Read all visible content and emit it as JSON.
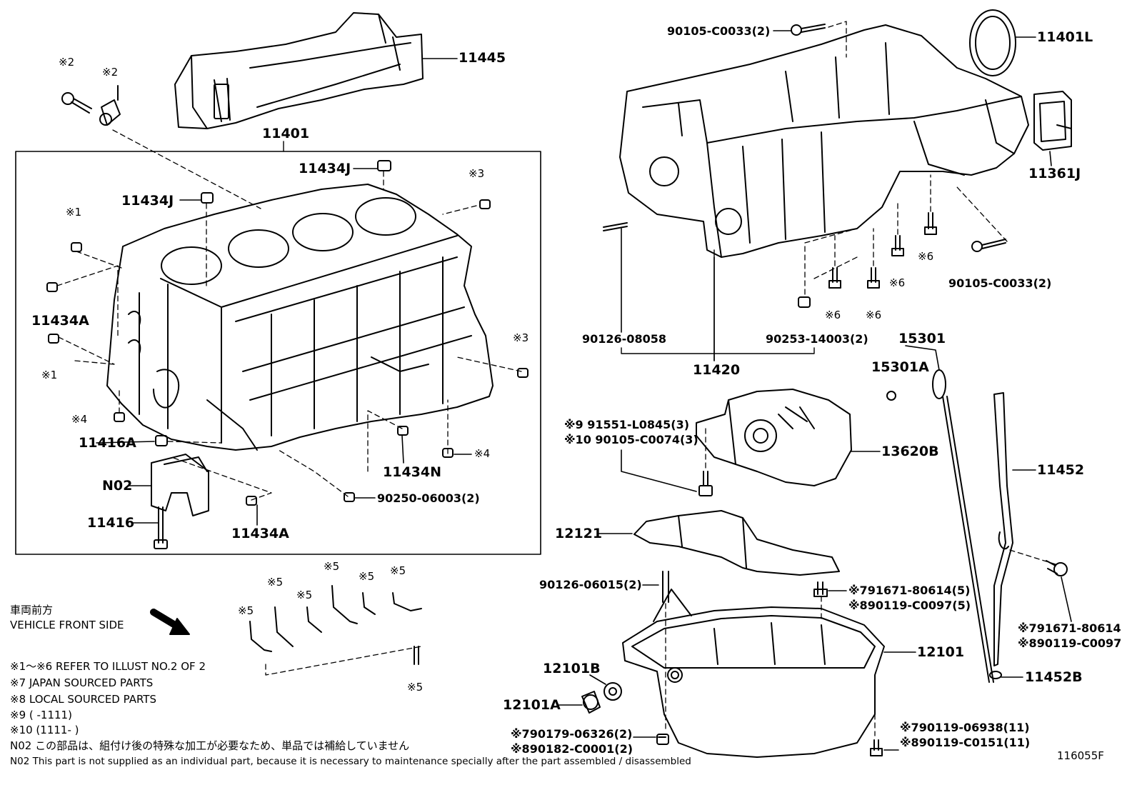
{
  "diagram": {
    "labels": {
      "l11445": "11445",
      "l11401": "11401",
      "l11434J_a": "11434J",
      "l11434J_b": "11434J",
      "l11434A_a": "11434A",
      "l11434A_b": "11434A",
      "l11416A": "11416A",
      "l11416": "11416",
      "lN02": "N02",
      "l11434N": "11434N",
      "l90250": "90250-06003(2)",
      "l90105_top": "90105-C0033(2)",
      "l11401L": "11401L",
      "l11361J": "11361J",
      "l90105_right": "90105-C0033(2)",
      "l90126_08058": "90126-08058",
      "l90253": "90253-14003(2)",
      "l11420": "11420",
      "l15301": "15301",
      "l15301A": "15301A",
      "l91551": "※9  91551-L0845(3)",
      "l90105_c0074": "※10 90105-C0074(3)",
      "l13620B": "13620B",
      "l11452": "11452",
      "l12121": "12121",
      "l90126_06015": "90126-06015(2)",
      "l791671_5": "※791671-80614(5)",
      "l890119_5": "※890119-C0097(5)",
      "l12101": "12101",
      "l12101B": "12101B",
      "l12101A": "12101A",
      "l791671_r": "※791671-80614",
      "l890119_r": "※890119-C0097",
      "l11452B": "11452B",
      "l790179": "※790179-06326(2)",
      "l890182": "※890182-C0001(2)",
      "l790119": "※790119-06938(11)",
      "l890119_c0151": "※890119-C0151(11)",
      "m_2a": "※2",
      "m_2b": "※2",
      "m_3a": "※3",
      "m_3b": "※3",
      "m_1a": "※1",
      "m_1b": "※1",
      "m_4a": "※4",
      "m_4b": "※4",
      "m_6a": "※6",
      "m_6b": "※6",
      "m_6c": "※6",
      "m_6d": "※6",
      "m_5a": "※5",
      "m_5b": "※5",
      "m_5c": "※5",
      "m_5d": "※5",
      "m_5e": "※5",
      "m_5f": "※5",
      "m_5g": "※5"
    },
    "direction": {
      "jp": "車両前方",
      "en": "VEHICLE FRONT SIDE"
    },
    "notes": {
      "n1": "※1～※6  REFER TO ILLUST NO.2 OF 2",
      "n7": "※7 JAPAN SOURCED PARTS",
      "n8": "※8 LOCAL SOURCED PARTS",
      "n9": "※9  (         -1111)",
      "n10": "※10 (1111-         )",
      "n02_jp": "N02  この部品は、組付け後の特殊な加工が必要なため、単品では補給していません",
      "n02_en": "N02  This part is not supplied as an individual part, because it is necessary to maintenance specially after the part assembled / disassembled"
    },
    "illust_id": "116055F"
  }
}
